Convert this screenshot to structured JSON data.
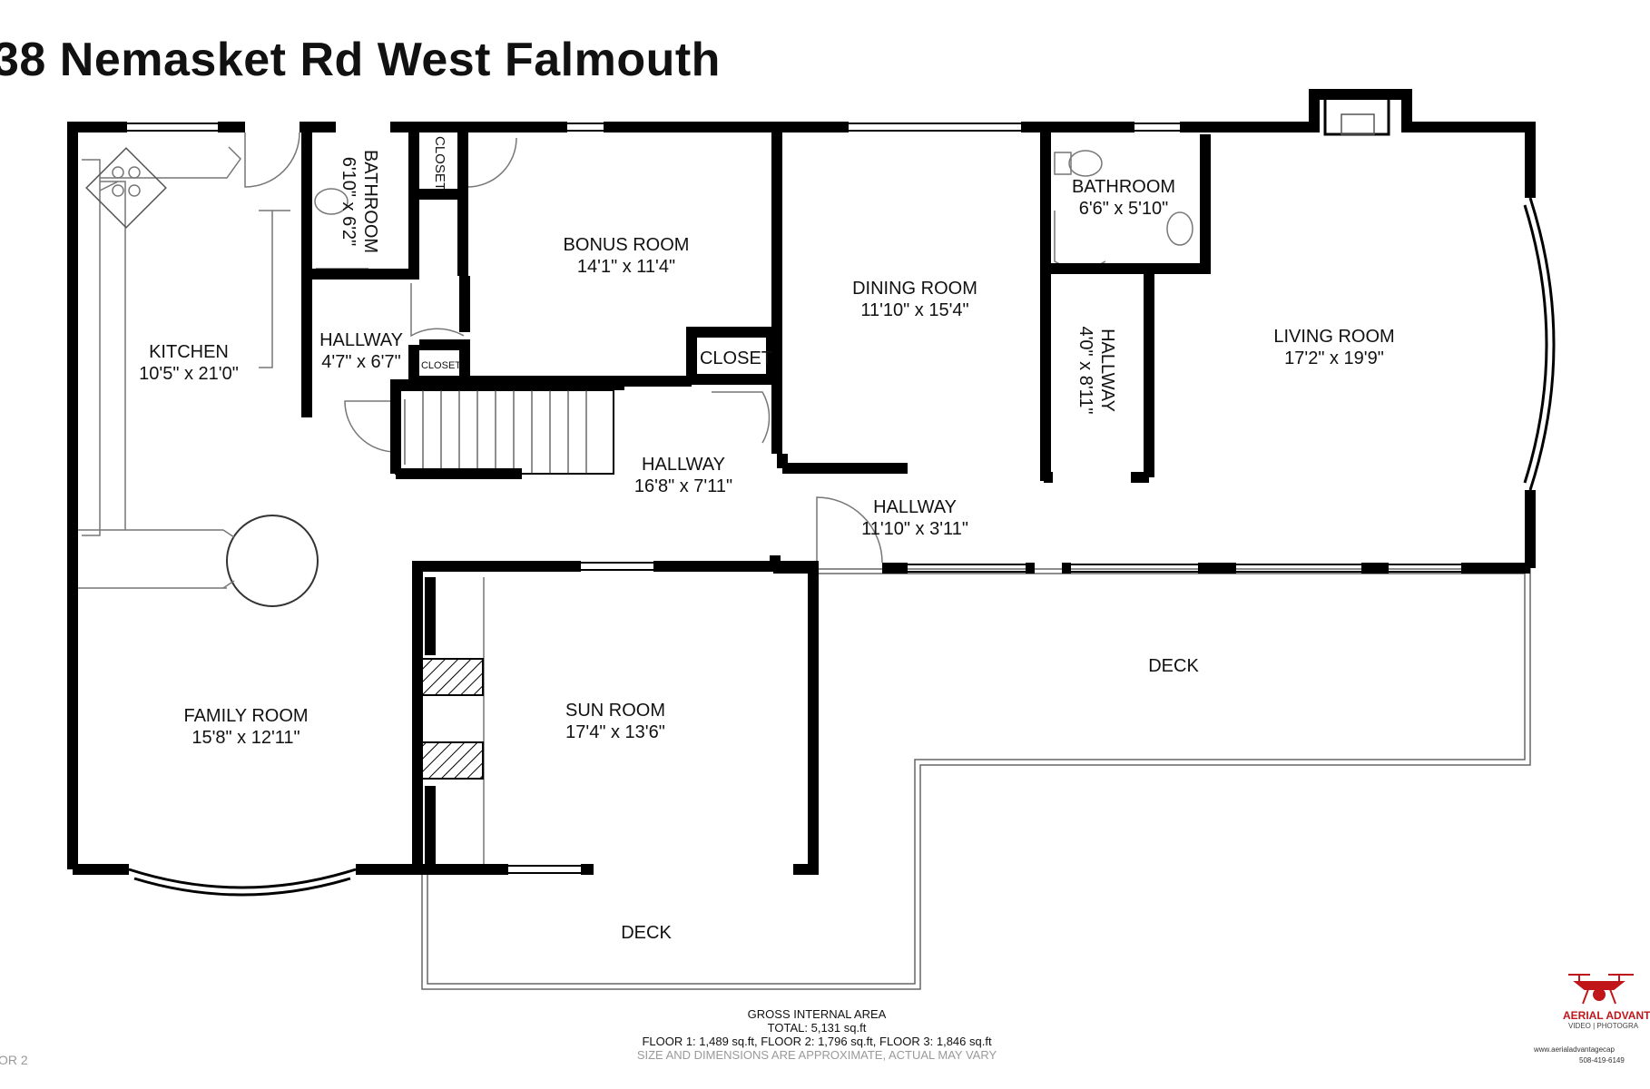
{
  "title": "38 Nemasket Rd West Falmouth",
  "rooms": {
    "kitchen": {
      "name": "KITCHEN",
      "dims": "10'5\" x 21'0\""
    },
    "bathroom1": {
      "name": "BATHROOM",
      "dims": "6'10\" x 6'2\""
    },
    "closet1": {
      "name": "CLOSET"
    },
    "bonus": {
      "name": "BONUS ROOM",
      "dims": "14'1\" x 11'4\""
    },
    "hallway1": {
      "name": "HALLWAY",
      "dims": "4'7\" x 6'7\""
    },
    "closet2": {
      "name": "CLOSET"
    },
    "closet3": {
      "name": "CLOSET"
    },
    "dining": {
      "name": "DINING ROOM",
      "dims": "11'10\" x 15'4\""
    },
    "bathroom2": {
      "name": "BATHROOM",
      "dims": "6'6\" x 5'10\""
    },
    "hallway2": {
      "name": "HALLWAY",
      "dims": "4'0\" x 8'11\""
    },
    "living": {
      "name": "LIVING ROOM",
      "dims": "17'2\" x 19'9\""
    },
    "hallway3": {
      "name": "HALLWAY",
      "dims": "16'8\" x 7'11\""
    },
    "hallway4": {
      "name": "HALLWAY",
      "dims": "11'10\" x 3'11\""
    },
    "family": {
      "name": "FAMILY ROOM",
      "dims": "15'8\" x 12'11\""
    },
    "sun": {
      "name": "SUN ROOM",
      "dims": "17'4\" x 13'6\""
    },
    "deck1": {
      "name": "DECK"
    },
    "deck2": {
      "name": "DECK"
    }
  },
  "area": {
    "heading": "GROSS INTERNAL AREA",
    "total": "TOTAL: 5,131 sq.ft",
    "floors": "FLOOR 1: 1,489 sq.ft, FLOOR 2: 1,796 sq.ft, FLOOR 3: 1,846 sq.ft",
    "disclaimer": "SIZE AND DIMENSIONS ARE APPROXIMATE, ACTUAL MAY VARY"
  },
  "floor_label": "OR 2",
  "logo": {
    "brand": "AERIAL ADVANT",
    "sub": "VIDEO | PHOTOGRA",
    "web": "www.aerialadvantagecap",
    "phone": "508-419-6149",
    "color": "#c0161a"
  },
  "colors": {
    "wall": "#000000",
    "line": "#555555"
  }
}
